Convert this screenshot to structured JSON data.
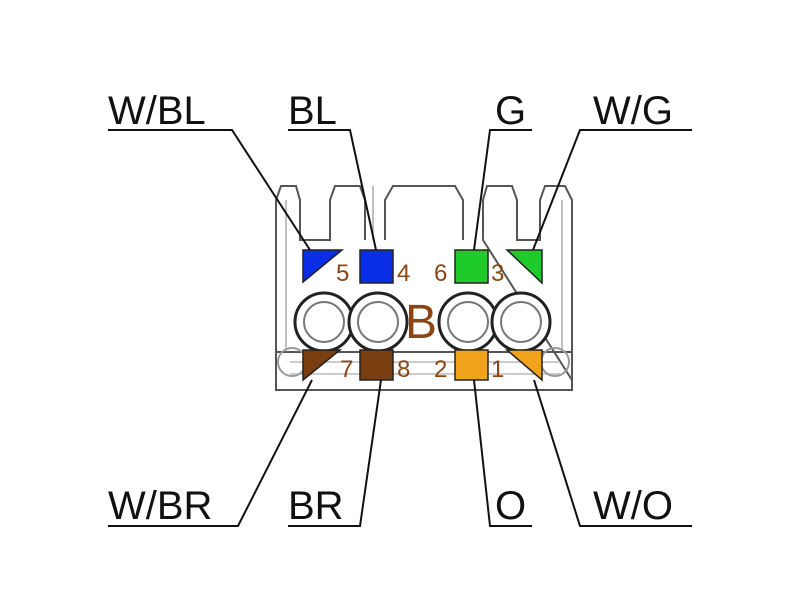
{
  "standard": {
    "letter": "B",
    "color": "#8b4513"
  },
  "wires": {
    "w_bl": {
      "label": "W/BL",
      "pin": "5",
      "color": "#0a2ee6"
    },
    "bl": {
      "label": "BL",
      "pin": "4",
      "color": "#0a2ee6"
    },
    "g": {
      "label": "G",
      "pin": "6",
      "color": "#1ecb2a"
    },
    "w_g": {
      "label": "W/G",
      "pin": "3",
      "color": "#1ecb2a"
    },
    "w_br": {
      "label": "W/BR",
      "pin": "7",
      "color": "#7a3f10"
    },
    "br": {
      "label": "BR",
      "pin": "8",
      "color": "#7a3f10"
    },
    "o": {
      "label": "O",
      "pin": "2",
      "color": "#f2a31c"
    },
    "w_o": {
      "label": "W/O",
      "pin": "1",
      "color": "#f2a31c"
    }
  }
}
